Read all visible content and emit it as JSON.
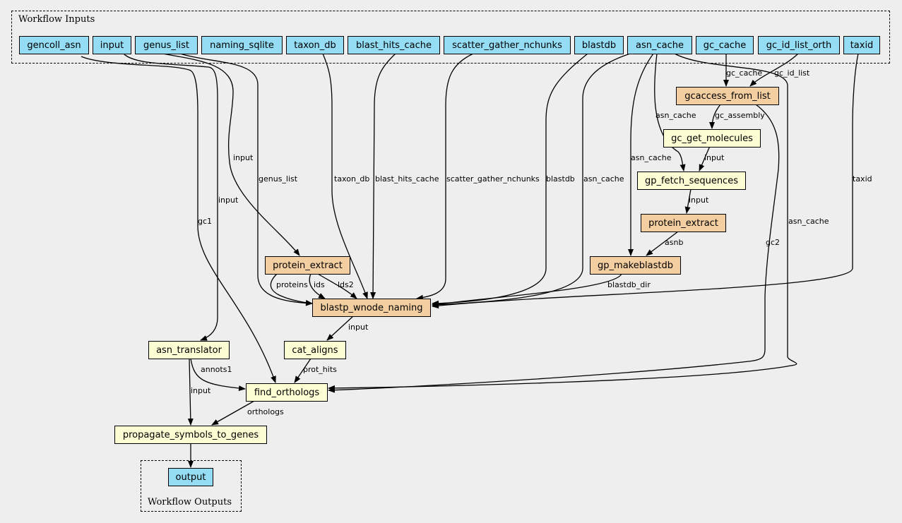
{
  "clusters": {
    "inputs_label": "Workflow Inputs",
    "outputs_label": "Workflow Outputs"
  },
  "inputs": {
    "gencoll_asn": "gencoll_asn",
    "input": "input",
    "genus_list": "genus_list",
    "naming_sqlite": "naming_sqlite",
    "taxon_db": "taxon_db",
    "blast_hits_cache": "blast_hits_cache",
    "scatter_gather_nchunks": "scatter_gather_nchunks",
    "blastdb": "blastdb",
    "asn_cache": "asn_cache",
    "gc_cache": "gc_cache",
    "gc_id_list_orth": "gc_id_list_orth",
    "taxid": "taxid"
  },
  "steps": {
    "gcaccess_from_list": "gcaccess_from_list",
    "gc_get_molecules": "gc_get_molecules",
    "gp_fetch_sequences": "gp_fetch_sequences",
    "protein_extract_right": "protein_extract",
    "protein_extract_left": "protein_extract",
    "gp_makeblastdb": "gp_makeblastdb",
    "blastp_wnode_naming": "blastp_wnode_naming",
    "asn_translator": "asn_translator",
    "cat_aligns": "cat_aligns",
    "find_orthologs": "find_orthologs",
    "propagate_symbols_to_genes": "propagate_symbols_to_genes"
  },
  "outputs": {
    "output": "output"
  },
  "edge_labels": {
    "gc_cache": "gc_cache",
    "gc_id_list": "gc_id_list",
    "gc_assembly": "gc_assembly",
    "asn_cache_fetch": "asn_cache",
    "input_fetch": "input",
    "input_extract": "input",
    "asn_cache_makedb": "asn_cache",
    "asnb": "asnb",
    "input_genus": "input",
    "input_translator": "input",
    "genus_list": "genus_list",
    "gc1": "gc1",
    "taxon_db": "taxon_db",
    "blast_hits_cache": "blast_hits_cache",
    "scatter_gather_nchunks": "scatter_gather_nchunks",
    "blastdb": "blastdb",
    "asn_cache_blastp": "asn_cache",
    "taxid": "taxid",
    "asn_cache_orth": "asn_cache",
    "gc2": "gc2",
    "proteins": "proteins",
    "ids": "ids",
    "lds2": "lds2",
    "blastdb_dir": "blastdb_dir",
    "input_cat": "input",
    "annots1": "annots1",
    "prot_hits": "prot_hits",
    "input_propagate": "input",
    "orthologs": "orthologs"
  },
  "colors": {
    "input_fill": "#94ddf4",
    "tool_fill": "#f3cea1",
    "subworkflow_fill": "#fdfdd3",
    "background": "#eeeeee"
  }
}
